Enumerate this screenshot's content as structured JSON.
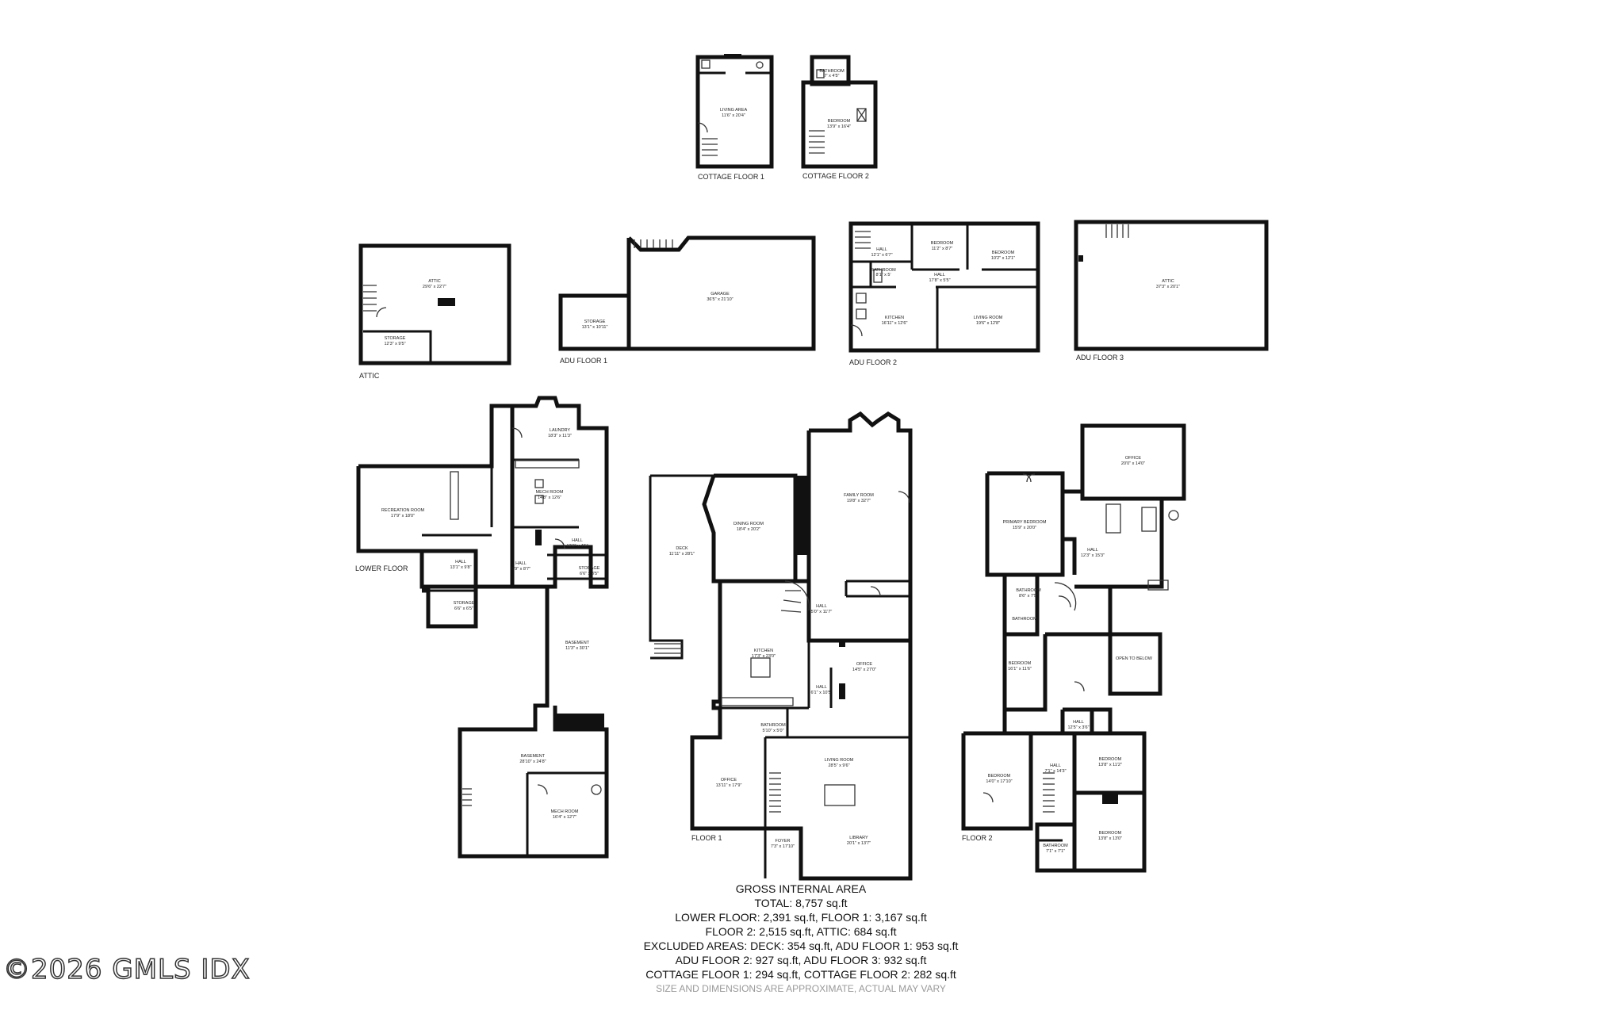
{
  "floors": {
    "cottage1": {
      "label": "COTTAGE FLOOR 1",
      "rooms": [
        {
          "name": "LIVING AREA",
          "dim": "11'6\" x 20'4\""
        }
      ]
    },
    "cottage2": {
      "label": "COTTAGE FLOOR 2",
      "rooms": [
        {
          "name": "BATHROOM",
          "dim": "7' x 4'5\""
        },
        {
          "name": "BEDROOM",
          "dim": "13'9\" x 16'4\""
        }
      ]
    },
    "attic": {
      "label": "ATTIC",
      "rooms": [
        {
          "name": "ATTIC",
          "dim": "29'6\" x 22'7\""
        },
        {
          "name": "STORAGE",
          "dim": "12'3\" x 9'5\""
        }
      ]
    },
    "adu1": {
      "label": "ADU FLOOR 1",
      "rooms": [
        {
          "name": "GARAGE",
          "dim": "36'5\" x 21'10\""
        },
        {
          "name": "STORAGE",
          "dim": "13'1\" x 10'11\""
        }
      ]
    },
    "adu2": {
      "label": "ADU FLOOR 2",
      "rooms": [
        {
          "name": "HALL",
          "dim": "12'1\" x 6'7\""
        },
        {
          "name": "BEDROOM",
          "dim": "11'2\" x 8'7\""
        },
        {
          "name": "BEDROOM",
          "dim": "10'2\" x 12'1\""
        },
        {
          "name": "HALL",
          "dim": "17'8\" x 5'5\""
        },
        {
          "name": "BATHROOM",
          "dim": "8'1\" x 5'"
        },
        {
          "name": "KITCHEN",
          "dim": "16'11\" x 12'6\""
        },
        {
          "name": "LIVING ROOM",
          "dim": "19'6\" x 12'8\""
        }
      ]
    },
    "adu3": {
      "label": "ADU FLOOR 3",
      "rooms": [
        {
          "name": "ATTIC",
          "dim": "37'3\" x 20'1\""
        }
      ]
    },
    "lower": {
      "label": "LOWER FLOOR",
      "rooms": [
        {
          "name": "LAUNDRY",
          "dim": "18'3\" x 11'3\""
        },
        {
          "name": "RECREATION ROOM",
          "dim": "17'9\" x 18'0\""
        },
        {
          "name": "MECH ROOM",
          "dim": "14'8\" x 12'6\""
        },
        {
          "name": "HALL",
          "dim": "13'1\" x 9'8\""
        },
        {
          "name": "HALL",
          "dim": "12'3\" x 4'5\""
        },
        {
          "name": "HALL",
          "dim": "8'9\" x 8'7\""
        },
        {
          "name": "STORAGE",
          "dim": "6'6\" x 3'5\""
        },
        {
          "name": "STORAGE",
          "dim": "6'6\" x 6'5\""
        },
        {
          "name": "BASEMENT",
          "dim": "11'3\" x 30'1\""
        },
        {
          "name": "BASEMENT",
          "dim": "28'10\" x 24'8\""
        },
        {
          "name": "MECH ROOM",
          "dim": "16'4\" x 12'7\""
        }
      ]
    },
    "floor1": {
      "label": "FLOOR 1",
      "rooms": [
        {
          "name": "FAMILY ROOM",
          "dim": "19'8\" x 32'7\""
        },
        {
          "name": "DINING ROOM",
          "dim": "18'4\" x 20'2\""
        },
        {
          "name": "DECK",
          "dim": "11'11\" x 28'1\""
        },
        {
          "name": "HALL",
          "dim": "5'0\" x 11'7\""
        },
        {
          "name": "KITCHEN",
          "dim": "17'3\" x 23'0\""
        },
        {
          "name": "OFFICE",
          "dim": "14'5\" x 27'0\""
        },
        {
          "name": "HALL",
          "dim": "6'1\" x 10'5\""
        },
        {
          "name": "BATHROOM",
          "dim": "5'10\" x 5'0\""
        },
        {
          "name": "LIVING ROOM",
          "dim": "28'5\" x 9'6\""
        },
        {
          "name": "OFFICE",
          "dim": "13'11\" x 17'9\""
        },
        {
          "name": "FOYER",
          "dim": "7'3\" x 17'10\""
        },
        {
          "name": "LIBRARY",
          "dim": "20'1\" x 13'7\""
        }
      ]
    },
    "floor2": {
      "label": "FLOOR 2",
      "rooms": [
        {
          "name": "OFFICE",
          "dim": "20'0\" x 14'0\""
        },
        {
          "name": "PRIMARY BEDROOM",
          "dim": "15'9\" x 20'0\""
        },
        {
          "name": "HALL",
          "dim": "12'3\" x 15'3\""
        },
        {
          "name": "BATHROOM",
          "dim": "8'6\" x 7'5\""
        },
        {
          "name": "BATHROOM",
          "dim": ""
        },
        {
          "name": "BEDROOM",
          "dim": "16'1\" x 11'6\""
        },
        {
          "name": "OPEN TO BELOW",
          "dim": ""
        },
        {
          "name": "HALL",
          "dim": "12'5\" x 3'6\""
        },
        {
          "name": "BEDROOM",
          "dim": "14'0\" x 17'10\""
        },
        {
          "name": "HALL",
          "dim": "7'1\" x 14'3\""
        },
        {
          "name": "BEDROOM",
          "dim": "13'8\" x 11'2\""
        },
        {
          "name": "BEDROOM",
          "dim": "13'8\" x 13'0\""
        },
        {
          "name": "BATHROOM",
          "dim": "7'1\" x 7'1\""
        }
      ]
    }
  },
  "summary": {
    "heading": "GROSS INTERNAL AREA",
    "lines": [
      "TOTAL: 8,757 sq.ft",
      "LOWER FLOOR: 2,391 sq.ft, FLOOR 1: 3,167 sq.ft",
      "FLOOR 2: 2,515 sq.ft, ATTIC: 684 sq.ft",
      "EXCLUDED AREAS: DECK: 354 sq.ft, ADU FLOOR 1: 953 sq.ft",
      "ADU FLOOR 2: 927 sq.ft, ADU FLOOR 3: 932 sq.ft",
      "COTTAGE FLOOR 1: 294 sq.ft, COTTAGE FLOOR 2: 282 sq.ft"
    ],
    "disclaimer": "SIZE AND DIMENSIONS ARE APPROXIMATE, ACTUAL MAY VARY"
  },
  "watermark": "©2026 GMLS IDX"
}
